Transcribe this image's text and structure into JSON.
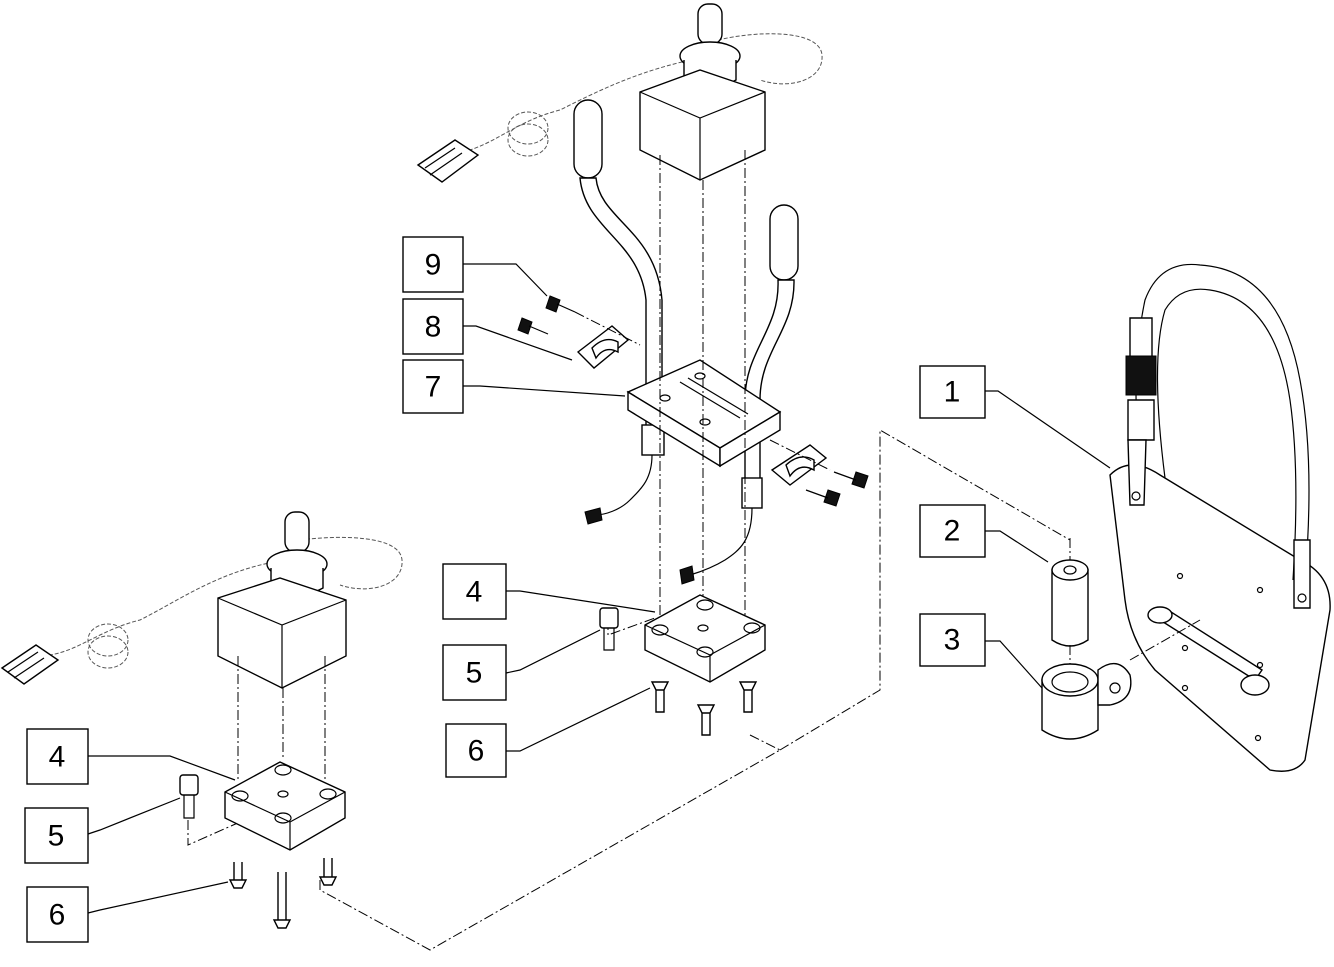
{
  "callouts": [
    {
      "id": "9-top",
      "label": "9"
    },
    {
      "id": "8-top",
      "label": "8"
    },
    {
      "id": "7-top",
      "label": "7"
    },
    {
      "id": "1",
      "label": "1"
    },
    {
      "id": "2",
      "label": "2"
    },
    {
      "id": "3",
      "label": "3"
    },
    {
      "id": "4-mid",
      "label": "4"
    },
    {
      "id": "5-mid",
      "label": "5"
    },
    {
      "id": "6-mid",
      "label": "6"
    },
    {
      "id": "4-left",
      "label": "4"
    },
    {
      "id": "5-left",
      "label": "5"
    },
    {
      "id": "6-left",
      "label": "6"
    }
  ],
  "parts": {
    "joystick-top": "joystick-module",
    "joystick-left": "joystick-module",
    "mount-bracket": "mounting-bracket",
    "tray": "swing-away-tray-with-strap",
    "spacer": "spacer-tube",
    "clamp": "tube-clamp"
  }
}
